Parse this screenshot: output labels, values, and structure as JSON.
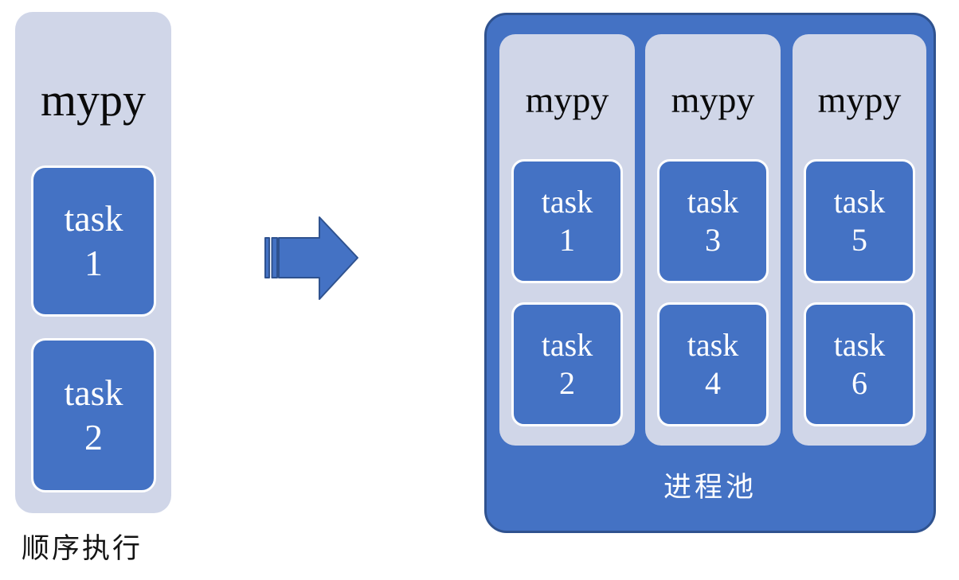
{
  "left_panel": {
    "title": "mypy",
    "tasks": [
      {
        "word": "task",
        "num": "1"
      },
      {
        "word": "task",
        "num": "2"
      }
    ],
    "caption": "顺序执行"
  },
  "arrow": {
    "icon": "striped-right-arrow"
  },
  "right_panel": {
    "label": "进程池",
    "workers": [
      {
        "title": "mypy",
        "tasks": [
          {
            "word": "task",
            "num": "1"
          },
          {
            "word": "task",
            "num": "2"
          }
        ]
      },
      {
        "title": "mypy",
        "tasks": [
          {
            "word": "task",
            "num": "3"
          },
          {
            "word": "task",
            "num": "4"
          }
        ]
      },
      {
        "title": "mypy",
        "tasks": [
          {
            "word": "task",
            "num": "5"
          },
          {
            "word": "task",
            "num": "6"
          }
        ]
      }
    ]
  },
  "colors": {
    "blue": "#4472C4",
    "blue_outline": "#2F528F",
    "lavender": "#D0D6E8",
    "task_text": "#FFFFFF",
    "title_text": "#0A0A0A"
  }
}
